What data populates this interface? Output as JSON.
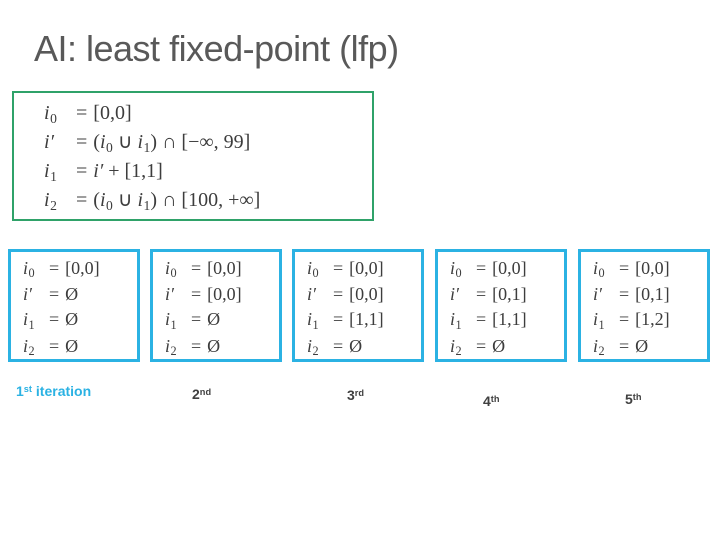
{
  "slide": {
    "title": "AI: least fixed-point (lfp)"
  },
  "definition_box": {
    "border_color": "#2FA269",
    "equations": [
      {
        "lhs": "i",
        "sub": "0",
        "prime": false,
        "rhs": "[0,0]"
      },
      {
        "lhs": "i",
        "sub": "",
        "prime": true,
        "rhs": "(i0 ∪ i1) ∩ [−∞, 99]"
      },
      {
        "lhs": "i",
        "sub": "1",
        "prime": false,
        "rhs": "i′ + [1,1]"
      },
      {
        "lhs": "i",
        "sub": "2",
        "prime": false,
        "rhs": "(i0 ∪ i1) ∩ [100, +∞]"
      }
    ]
  },
  "iterations": {
    "border_color": "#2BB2E3",
    "boxes": [
      {
        "caption": "1",
        "caption_ordinal": "st",
        "caption_suffix": " iteration",
        "rows": [
          {
            "lhs": "i",
            "sub": "0",
            "prime": false,
            "rhs": "[0,0]"
          },
          {
            "lhs": "i",
            "sub": "",
            "prime": true,
            "rhs": "Ø"
          },
          {
            "lhs": "i",
            "sub": "1",
            "prime": false,
            "rhs": "Ø"
          },
          {
            "lhs": "i",
            "sub": "2",
            "prime": false,
            "rhs": "Ø"
          }
        ]
      },
      {
        "caption": "2",
        "caption_ordinal": "nd",
        "caption_suffix": "",
        "rows": [
          {
            "lhs": "i",
            "sub": "0",
            "prime": false,
            "rhs": "[0,0]"
          },
          {
            "lhs": "i",
            "sub": "",
            "prime": true,
            "rhs": "[0,0]"
          },
          {
            "lhs": "i",
            "sub": "1",
            "prime": false,
            "rhs": "Ø"
          },
          {
            "lhs": "i",
            "sub": "2",
            "prime": false,
            "rhs": "Ø"
          }
        ]
      },
      {
        "caption": "3",
        "caption_ordinal": "rd",
        "caption_suffix": "",
        "rows": [
          {
            "lhs": "i",
            "sub": "0",
            "prime": false,
            "rhs": "[0,0]"
          },
          {
            "lhs": "i",
            "sub": "",
            "prime": true,
            "rhs": "[0,0]"
          },
          {
            "lhs": "i",
            "sub": "1",
            "prime": false,
            "rhs": "[1,1]"
          },
          {
            "lhs": "i",
            "sub": "2",
            "prime": false,
            "rhs": "Ø"
          }
        ]
      },
      {
        "caption": "4",
        "caption_ordinal": "th",
        "caption_suffix": "",
        "rows": [
          {
            "lhs": "i",
            "sub": "0",
            "prime": false,
            "rhs": "[0,0]"
          },
          {
            "lhs": "i",
            "sub": "",
            "prime": true,
            "rhs": "[0,1]"
          },
          {
            "lhs": "i",
            "sub": "1",
            "prime": false,
            "rhs": "[1,1]"
          },
          {
            "lhs": "i",
            "sub": "2",
            "prime": false,
            "rhs": "Ø"
          }
        ]
      },
      {
        "caption": "5",
        "caption_ordinal": "th",
        "caption_suffix": "",
        "rows": [
          {
            "lhs": "i",
            "sub": "0",
            "prime": false,
            "rhs": "[0,0]"
          },
          {
            "lhs": "i",
            "sub": "",
            "prime": true,
            "rhs": "[0,1]"
          },
          {
            "lhs": "i",
            "sub": "1",
            "prime": false,
            "rhs": "[1,2]"
          },
          {
            "lhs": "i",
            "sub": "2",
            "prime": false,
            "rhs": "Ø"
          }
        ]
      }
    ]
  }
}
